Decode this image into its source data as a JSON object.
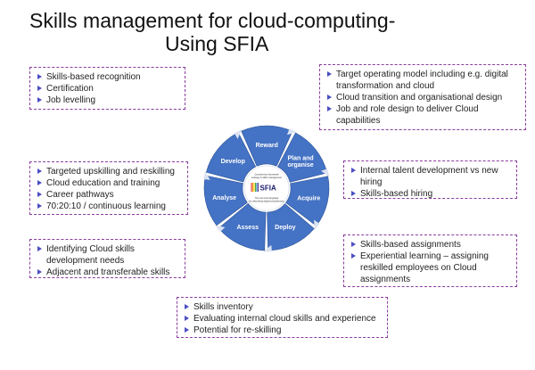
{
  "title": {
    "line1": "Skills management for cloud-computing-",
    "line2": "Using SFIA"
  },
  "boxes": {
    "recognition": [
      "Skills-based recognition",
      "Certification",
      "Job levelling"
    ],
    "operating": [
      "Target operating model including e.g. digital transformation and cloud",
      "Cloud transition and organisational design",
      "Job and role design to deliver Cloud capabilities"
    ],
    "upskilling": [
      "Targeted upskilling and reskilling",
      "Cloud education and training",
      "Career pathways",
      "70:20:10 / continuous learning"
    ],
    "internal": [
      "Internal talent development vs new hiring",
      "Skills-based hiring"
    ],
    "identifying": [
      "Identifying Cloud skills development needs",
      "Adjacent and transferable skills"
    ],
    "assignments": [
      "Skills-based assignments",
      "Experiential learning – assigning reskilled employees on Cloud assignments"
    ],
    "inventory": [
      "Skills inventory",
      "Evaluating internal cloud skills and experience",
      "Potential for re-skilling"
    ]
  },
  "cycle": {
    "segments": [
      {
        "label_lines": [
          "Plan and",
          "organise"
        ]
      },
      {
        "label_lines": [
          "Acquire"
        ]
      },
      {
        "label_lines": [
          "Deploy"
        ]
      },
      {
        "label_lines": [
          "Assess"
        ]
      },
      {
        "label_lines": [
          "Analyse"
        ]
      },
      {
        "label_lines": [
          "Develop"
        ]
      },
      {
        "label_lines": [
          "Reward"
        ]
      }
    ],
    "center": {
      "logo_text": "SFIA",
      "top_lines": [
        "Competency framework",
        "strategy & skills management"
      ],
      "bottom_lines": [
        "The common language",
        "for describing digital competences"
      ]
    },
    "colors": {
      "segment": "#4472c4",
      "segment_edge": "#2f5597",
      "arrow": "#dbe3f2"
    }
  }
}
